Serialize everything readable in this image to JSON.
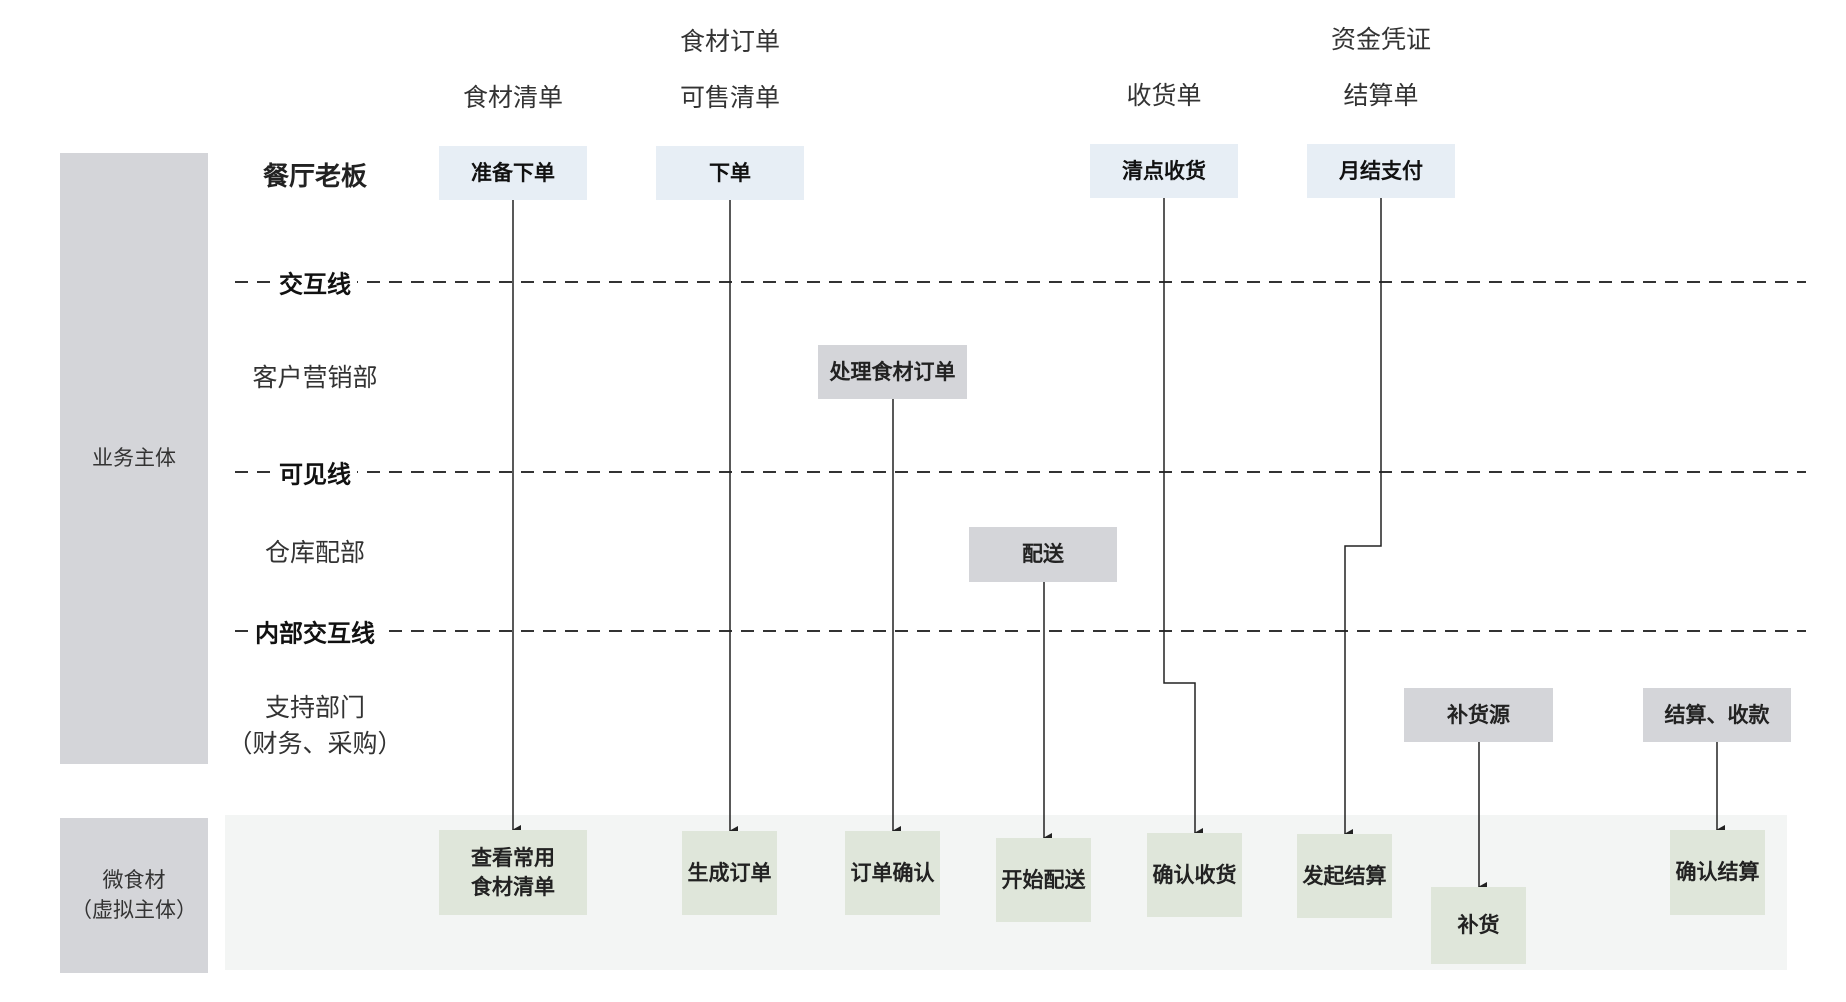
{
  "left_bands": {
    "business": "业务主体",
    "virtual": "微食材\n（虚拟主体）"
  },
  "documents": {
    "ingredient_list": "食材清单",
    "ingredient_order": "食材订单",
    "saleable_list": "可售清单",
    "receipt": "收货单",
    "fund_voucher": "资金凭证",
    "statement": "结算单"
  },
  "lanes": {
    "owner": "餐厅老板",
    "marketing": "客户营销部",
    "warehouse": "仓库配部",
    "support": "支持部门\n（财务、采购）"
  },
  "lines": {
    "interaction": "交互线",
    "visible": "可见线",
    "internal": "内部交互线"
  },
  "steps": {
    "prepare_order": "准备下单",
    "place_order": "下单",
    "check_receipt": "清点收货",
    "monthly_pay": "月结支付",
    "process_order": "处理食材订单",
    "deliver": "配送",
    "restock_source": "补货源",
    "settle_collect": "结算、收款",
    "view_common_list": "查看常用\n食材清单",
    "generate_order": "生成订单",
    "order_confirm": "订单确认",
    "start_delivery": "开始配送",
    "confirm_receipt": "确认收货",
    "initiate_settlement": "发起结算",
    "restock": "补货",
    "confirm_settlement": "确认结算"
  },
  "colors": {
    "band": "#d4d5d9",
    "owner_box": "#e7eef5",
    "dept_box": "#d4d5d9",
    "virtual_box": "#dfe6da",
    "virtual_area": "#f3f5f4"
  }
}
